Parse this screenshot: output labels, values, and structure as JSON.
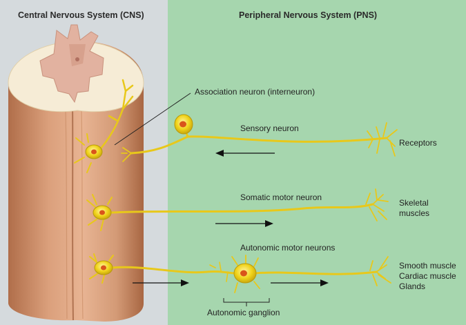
{
  "headers": {
    "cns": "Central Nervous System (CNS)",
    "pns": "Peripheral Nervous System (PNS)"
  },
  "labels": {
    "association": "Association neuron (interneuron)",
    "sensory": "Sensory neuron",
    "receptors": "Receptors",
    "somatic": "Somatic motor neuron",
    "skeletal_line1": "Skeletal",
    "skeletal_line2": "muscles",
    "autonomic": "Autonomic motor neurons",
    "effector1": "Smooth muscle",
    "effector2": "Cardiac muscle",
    "effector3": "Glands",
    "ganglion": "Autonomic ganglion"
  },
  "colors": {
    "cns_background": "#d5dadd",
    "pns_background": "#a6d6ae",
    "spinal_cord": "#d9a07c",
    "gray_matter": "#e2b2a0",
    "white_matter_top": "#f6ecd6",
    "neuron": "#f0d31a",
    "neuron_outline": "#b89a0c",
    "nucleus": "#d9541b"
  }
}
